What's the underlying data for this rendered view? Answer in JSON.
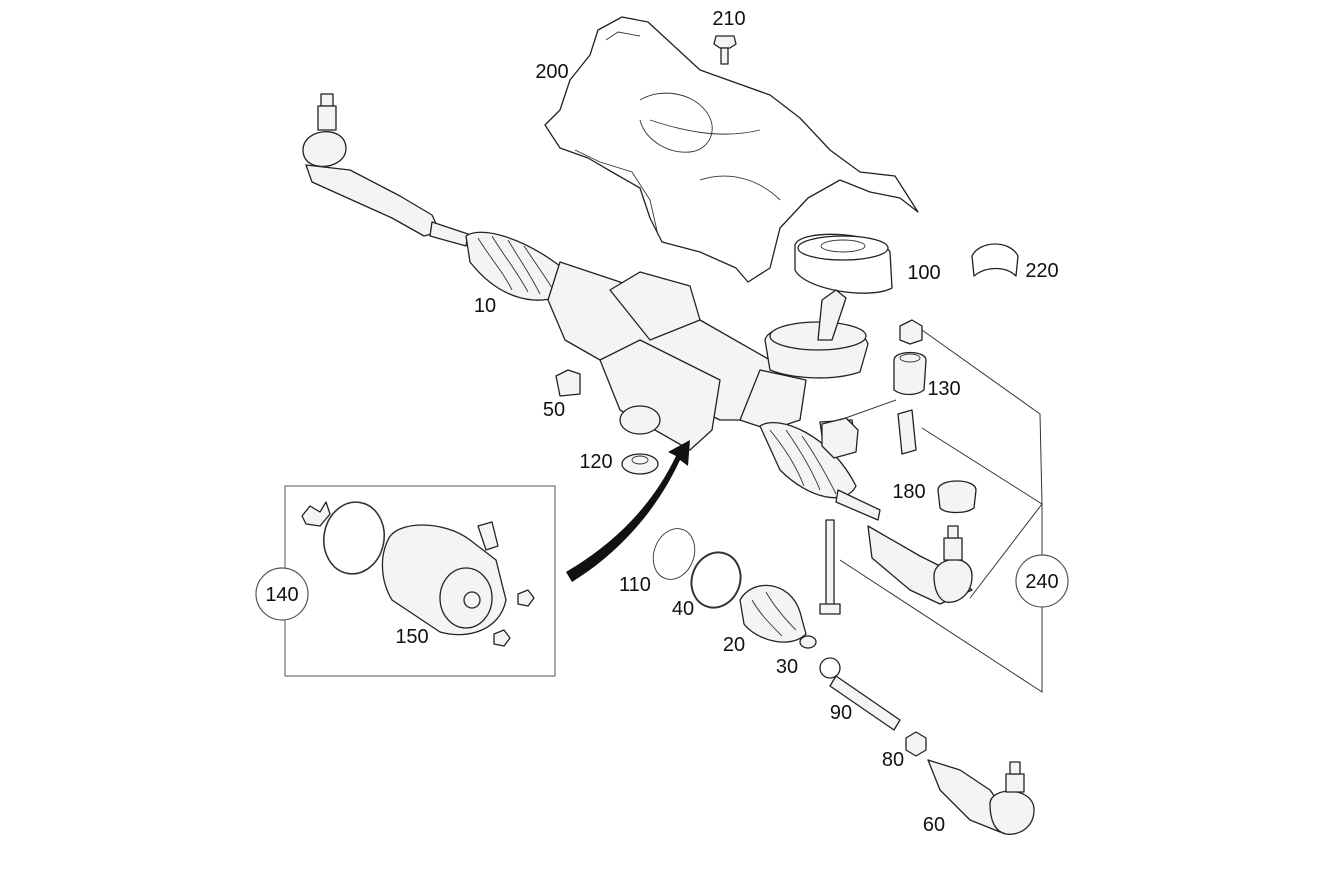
{
  "callouts": {
    "c10": "10",
    "c20": "20",
    "c30": "30",
    "c40": "40",
    "c50": "50",
    "c60": "60",
    "c80": "80",
    "c90": "90",
    "c100": "100",
    "c110": "110",
    "c120": "120",
    "c130": "130",
    "c140": "140",
    "c150": "150",
    "c180": "180",
    "c200": "200",
    "c210": "210",
    "c220": "220",
    "c240": "240"
  }
}
